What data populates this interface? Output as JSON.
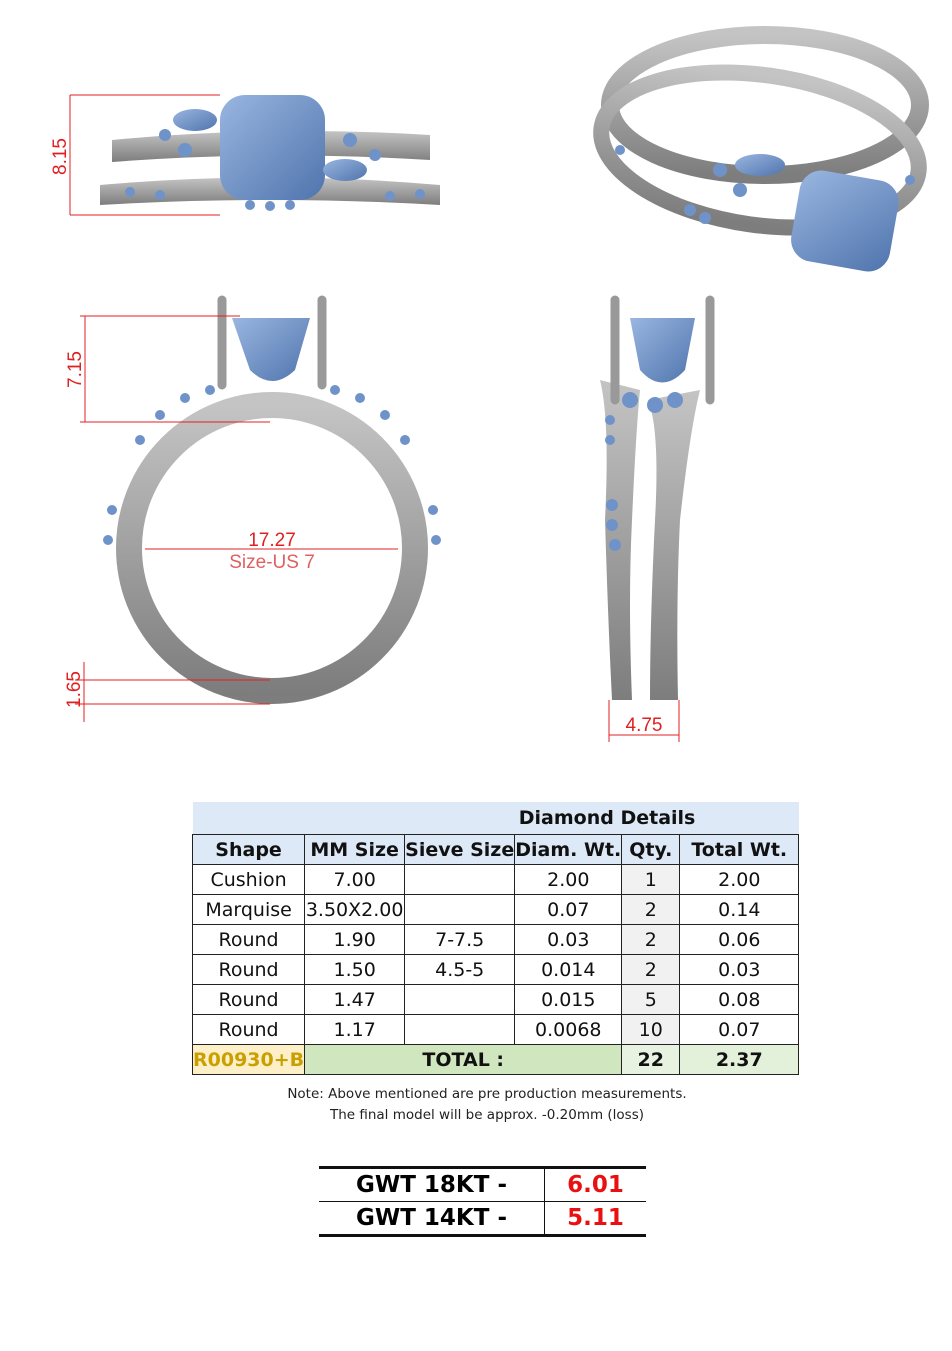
{
  "dimensions": {
    "top_height": "8.15",
    "head_height": "7.15",
    "shank_thickness": "1.65",
    "inner_diameter": "17.27",
    "ring_size": "Size-US 7",
    "band_width": "4.75"
  },
  "colors": {
    "metal": "#a6a6a6",
    "stone": "#6f93c9",
    "dimension": "#e02020"
  },
  "table": {
    "title": "Diamond Details",
    "headers": [
      "Shape",
      "MM Size",
      "Sieve Size",
      "Diam. Wt.",
      "Qty.",
      "Total Wt."
    ],
    "rows": [
      [
        "Cushion",
        "7.00",
        "",
        "2.00",
        "1",
        "2.00"
      ],
      [
        "Marquise",
        "3.50X2.00",
        "",
        "0.07",
        "2",
        "0.14"
      ],
      [
        "Round",
        "1.90",
        "7-7.5",
        "0.03",
        "2",
        "0.06"
      ],
      [
        "Round",
        "1.50",
        "4.5-5",
        "0.014",
        "2",
        "0.03"
      ],
      [
        "Round",
        "1.47",
        "",
        "0.015",
        "5",
        "0.08"
      ],
      [
        "Round",
        "1.17",
        "",
        "0.0068",
        "10",
        "0.07"
      ]
    ],
    "footer": {
      "code": "R00930+B",
      "label": "TOTAL :",
      "qty": "22",
      "total": "2.37"
    }
  },
  "note": {
    "line1": "Note: Above mentioned are pre production measurements.",
    "line2": "The final model will be approx. -0.20mm (loss)"
  },
  "gwt": [
    {
      "label": "GWT 18KT  -",
      "value": "6.01"
    },
    {
      "label": "GWT 14KT  -",
      "value": "5.11"
    }
  ]
}
